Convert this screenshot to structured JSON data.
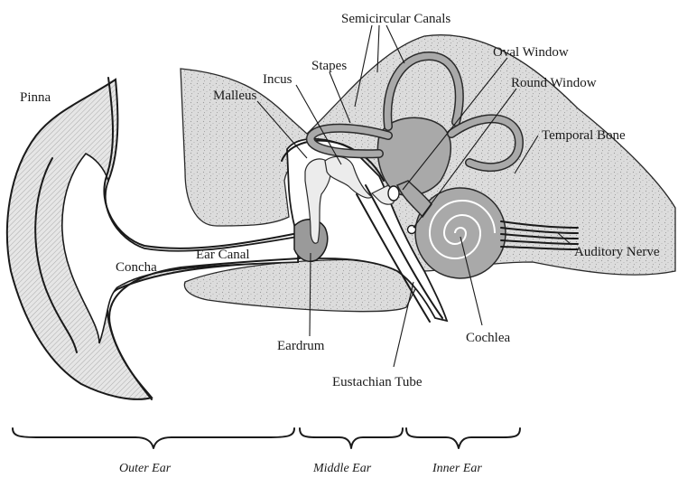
{
  "labels": {
    "pinna": "Pinna",
    "concha": "Concha",
    "ear_canal": "Ear Canal",
    "malleus": "Malleus",
    "incus": "Incus",
    "stapes": "Stapes",
    "semicircular_canals": "Semicircular Canals",
    "oval_window": "Oval Window",
    "round_window": "Round Window",
    "temporal_bone": "Temporal Bone",
    "auditory_nerve": "Auditory Nerve",
    "cochlea": "Cochlea",
    "eardrum": "Eardrum",
    "eustachian_tube": "Eustachian Tube"
  },
  "sections": {
    "outer": "Outer Ear",
    "middle": "Middle Ear",
    "inner": "Inner Ear"
  }
}
